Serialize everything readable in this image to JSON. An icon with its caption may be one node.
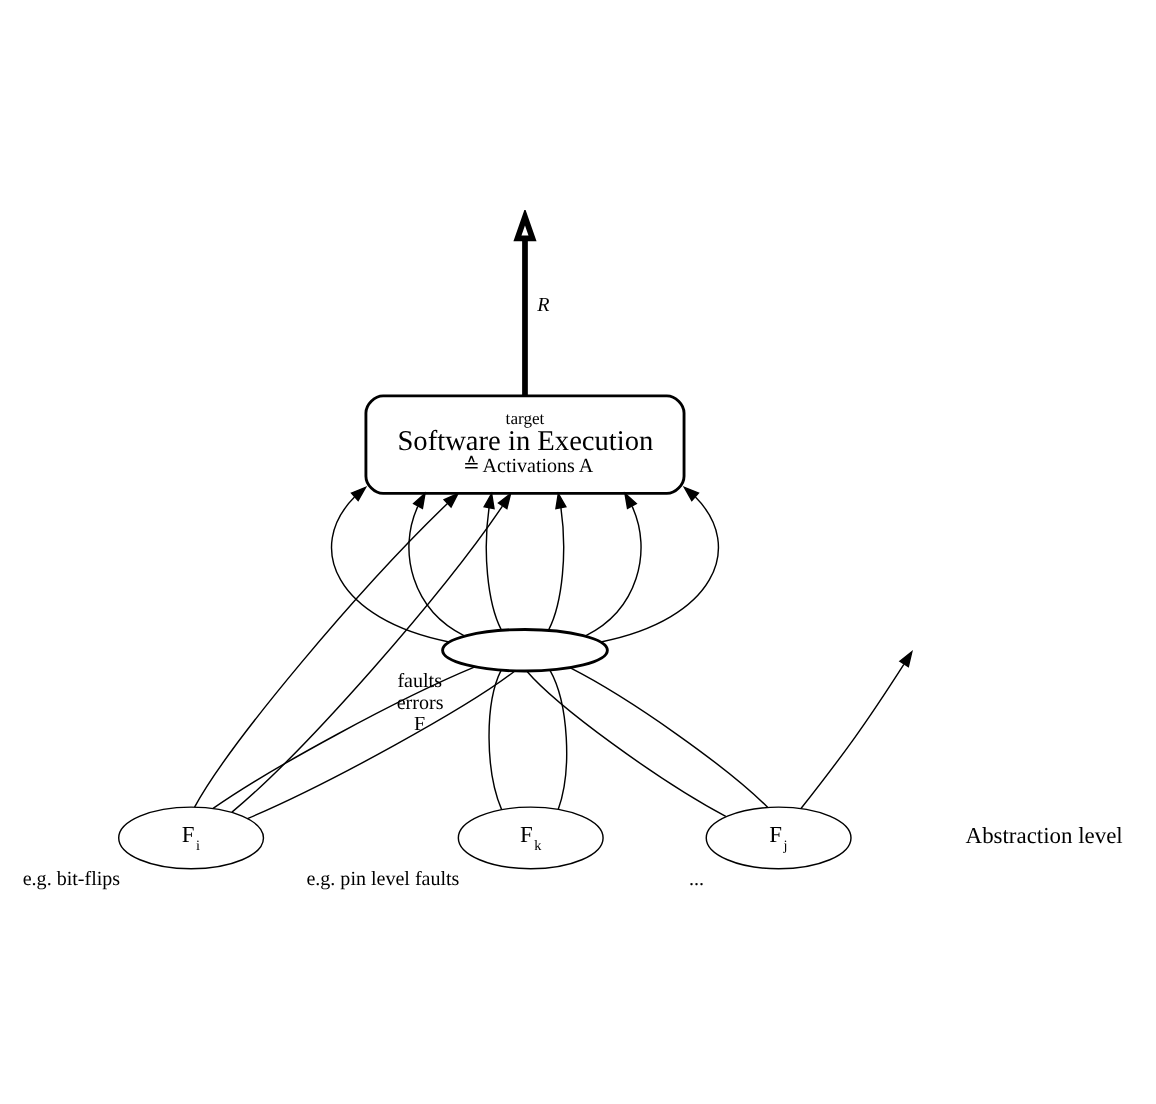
{
  "diagram": {
    "nodes": [
      {
        "text": [
          "target",
          "Software in Execution",
          "≙ Activations A"
        ]
      },
      {
        "text": [],
        "shape": "ellipse",
        "beside": [
          "faults",
          "errors",
          "F"
        ]
      },
      {
        "text": [
          "F$_{i}$"
        ],
        "beside": [
          "e.g. bit-flips"
        ]
      },
      {
        "text": [
          "F$_{j}$"
        ],
        "beside": [
          "..."
        ]
      },
      {
        "text": [
          "F$_{k}$"
        ],
        "beside": [
          "e.g. pin level faults"
        ]
      }
    ],
    "edges": [
      {
        "from": 2,
        "to": 0,
        "arrow": "to"
      },
      {
        "from": 2,
        "to": 0,
        "arrow": "to"
      },
      {
        "from": 1,
        "to": 0,
        "arrow": "to"
      },
      {
        "from": 1,
        "to": 0,
        "arrow": "to"
      },
      {
        "from": 1,
        "to": 0,
        "arrow": "to"
      },
      {
        "from": 1,
        "to": 0,
        "arrow": "to"
      },
      {
        "from": 1,
        "to": 0,
        "arrow": "to"
      },
      {
        "from": 1,
        "to": 0,
        "arrow": "to"
      },
      {
        "from": 2,
        "to": 1,
        "arrow": "none"
      },
      {
        "from": 2,
        "to": 1,
        "arrow": "none"
      },
      {
        "from": 4,
        "to": 1,
        "arrow": "none"
      },
      {
        "from": 4,
        "to": 1,
        "arrow": "none"
      },
      {
        "from": 3,
        "to": 1,
        "arrow": "none"
      },
      {
        "from": 3,
        "to": 1,
        "arrow": "none"
      },
      {
        "from": 3,
        "to": null,
        "arrow": "to"
      },
      {
        "from": 0,
        "to": null,
        "arrow": "to",
        "label": "R",
        "style": "thick"
      }
    ],
    "labels": [
      "Abstraction level"
    ]
  }
}
